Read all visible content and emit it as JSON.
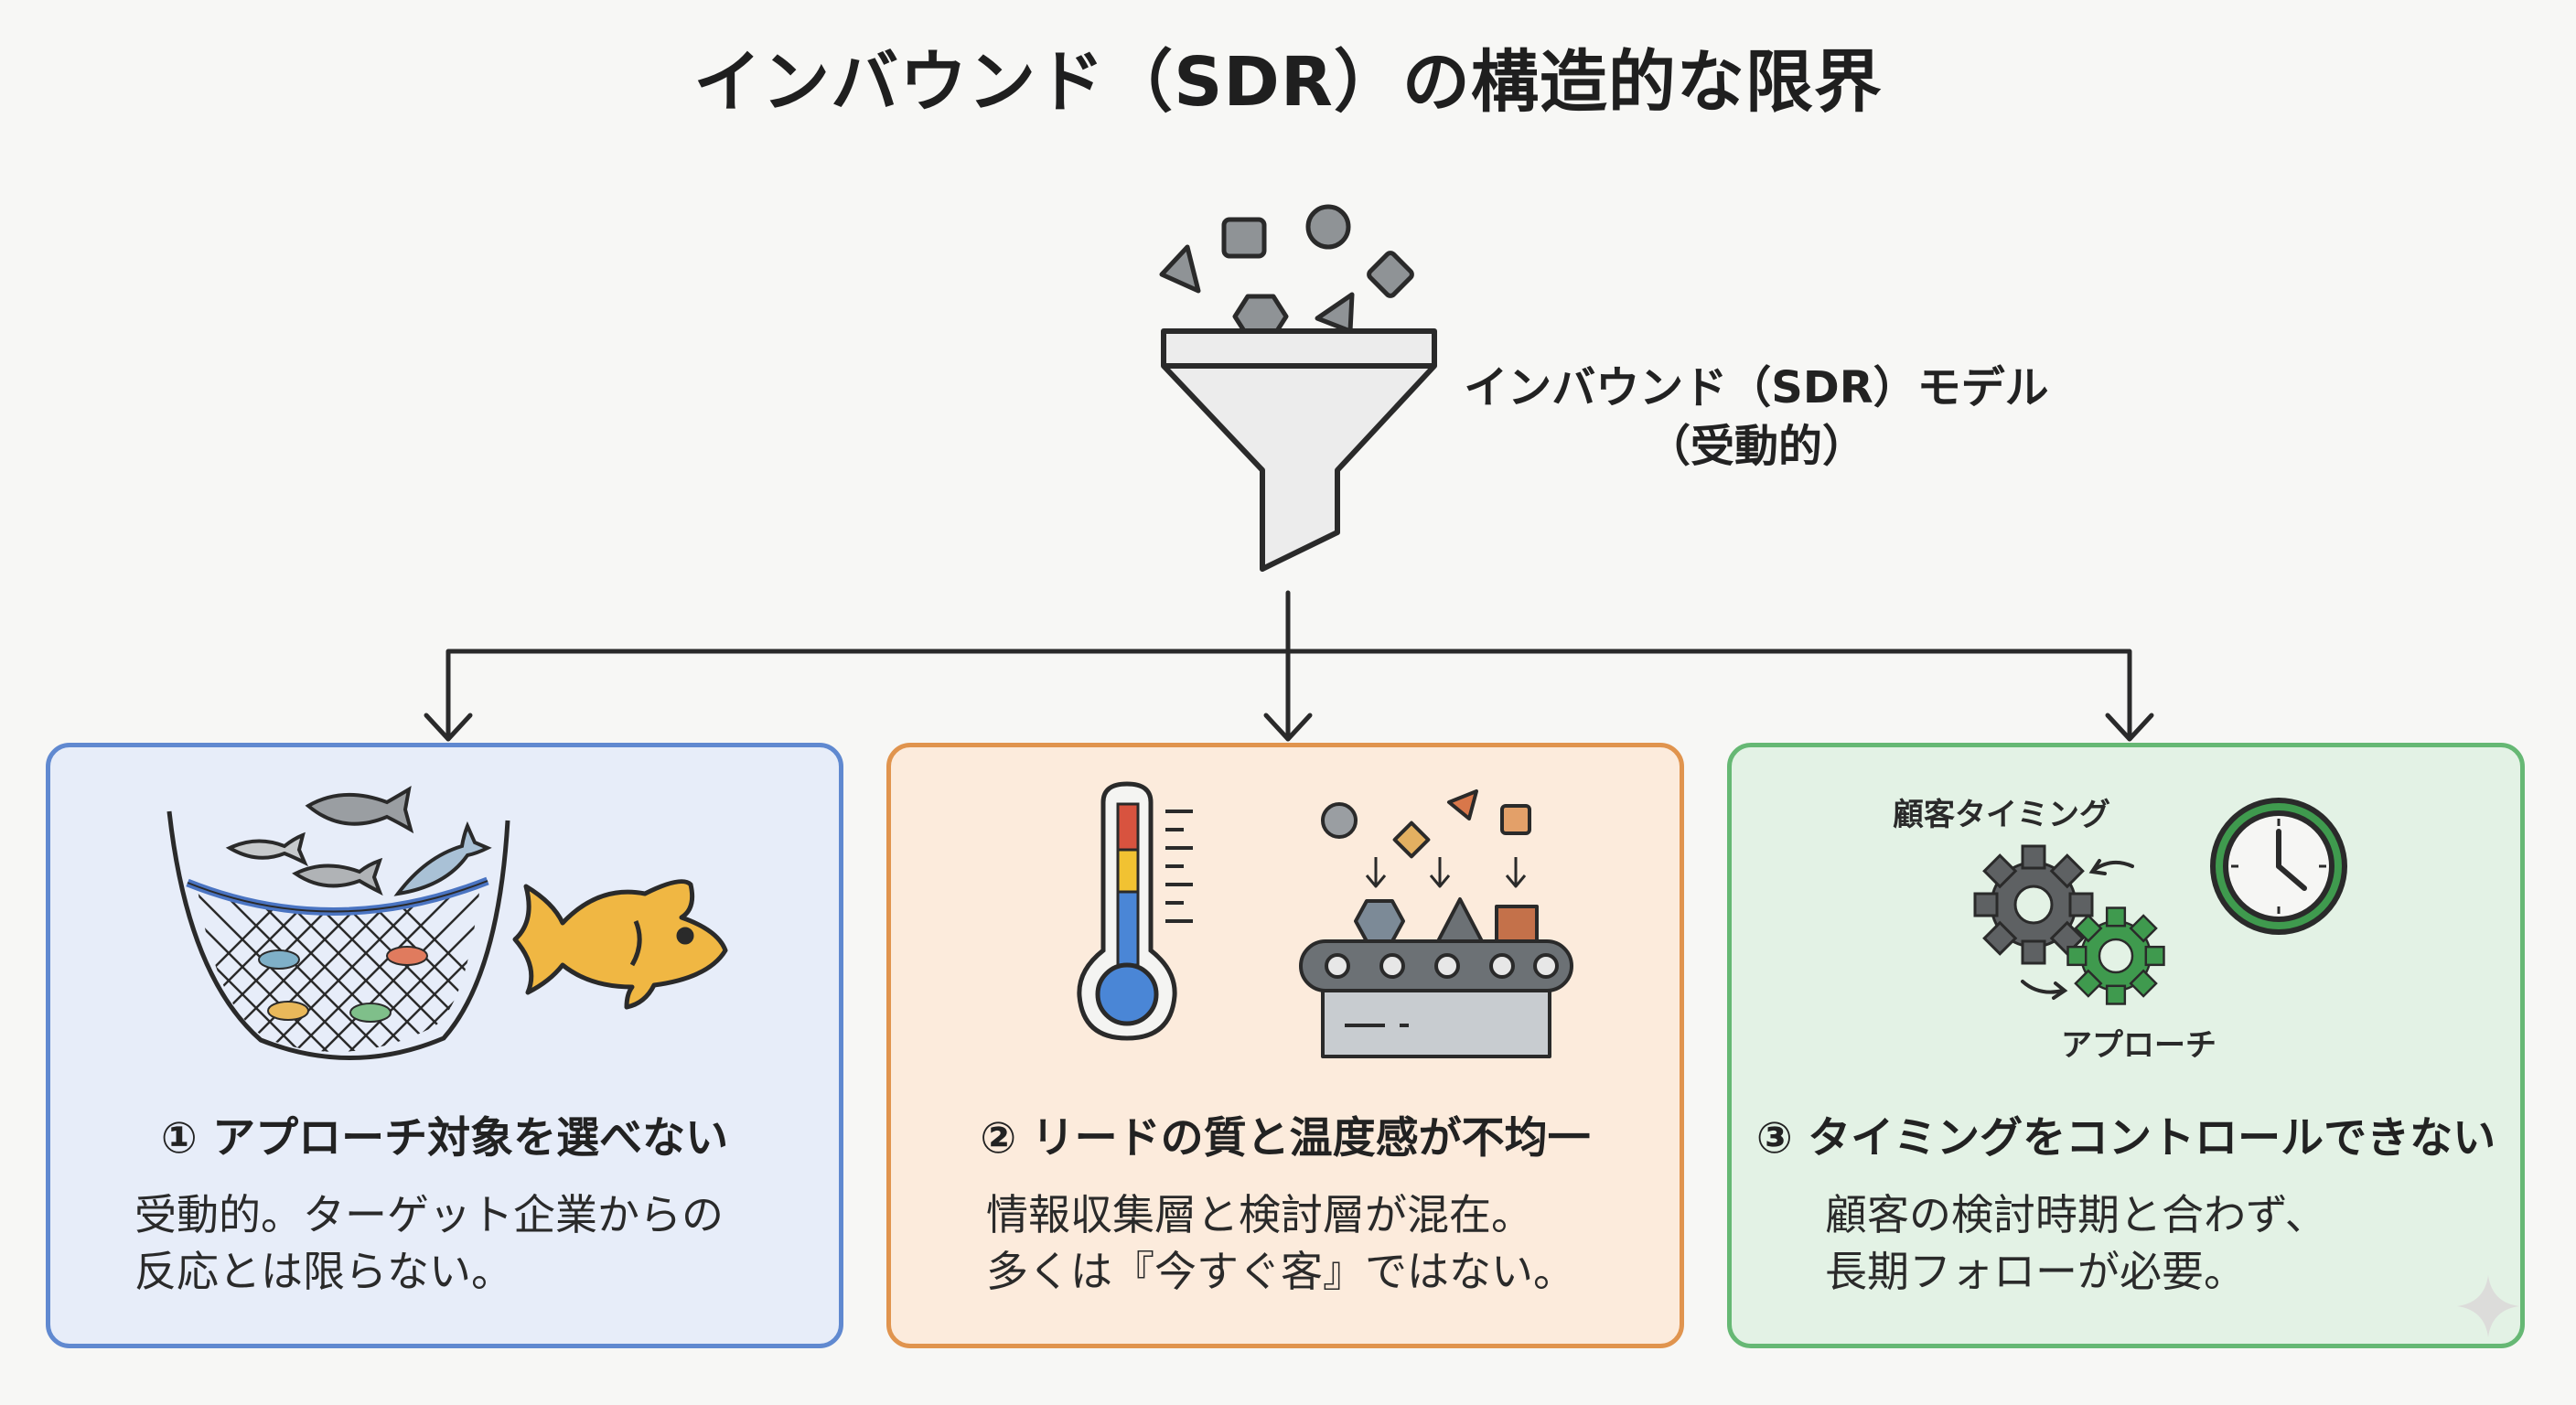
{
  "title": "インバウンド（SDR）の構造的な限界",
  "funnel": {
    "label_line1": "インバウンド（SDR）モデル",
    "label_line2": "（受動的）"
  },
  "cards": [
    {
      "heading": "① アプローチ対象を選べない",
      "body_line1": "受動的。ターゲット企業からの",
      "body_line2": "反応とは限らない。"
    },
    {
      "heading": "② リードの質と温度感が不均一",
      "body_line1": "情報収集層と検討層が混在。",
      "body_line2": "多くは『今すぐ客』ではない。"
    },
    {
      "heading": "③ タイミングをコントロールできない",
      "body_line1": "顧客の検討時期と合わず、",
      "body_line2": "長期フォローが必要。",
      "label_customer_timing": "顧客タイミング",
      "label_approach": "アプローチ"
    }
  ],
  "icons": [
    "funnel-icon",
    "fishing-net-icon",
    "fish-icon",
    "thermometer-icon",
    "conveyor-belt-icon",
    "gear-icon",
    "clock-icon",
    "sparkle-icon"
  ],
  "colors": {
    "card1_border": "#6089d0",
    "card1_bg": "#e7edf9",
    "card2_border": "#e0944e",
    "card2_bg": "#fcebdc",
    "card3_border": "#66b874",
    "card3_bg": "#e3f2e5",
    "fish": "#f0b743",
    "gear_dark": "#5e6163",
    "gear_green": "#3f9a4e"
  }
}
